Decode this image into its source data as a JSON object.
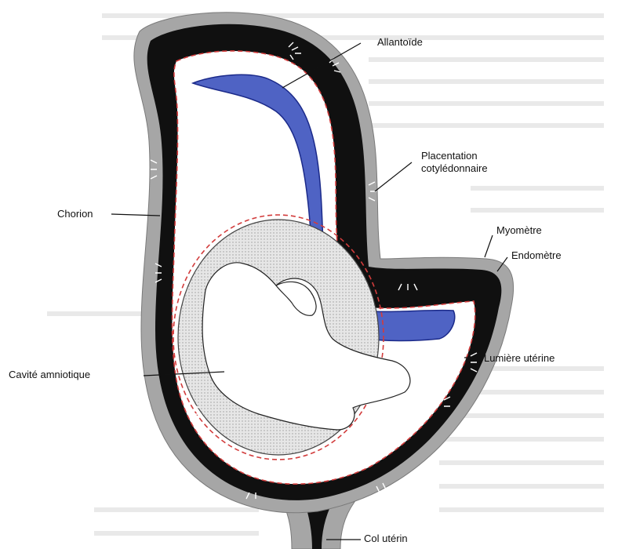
{
  "labels": {
    "allantoide": "Allantoïde",
    "placentation": "Placentation\ncotylédonnaire",
    "chorion": "Chorion",
    "myometre": "Myomètre",
    "endometre": "Endomètre",
    "cavite": "Cavité amniotique",
    "lumiere": "Lumière utérine",
    "col": "Col utérin"
  },
  "colors": {
    "myometrium": "#a6a6a6",
    "endometrium": "#101010",
    "allantois": "#4f63c4",
    "allantois_stroke": "#1b2a8a",
    "chorion_dash": "#d23c3c",
    "amnion_fill": "#dedede",
    "fetus": "#ffffff"
  }
}
